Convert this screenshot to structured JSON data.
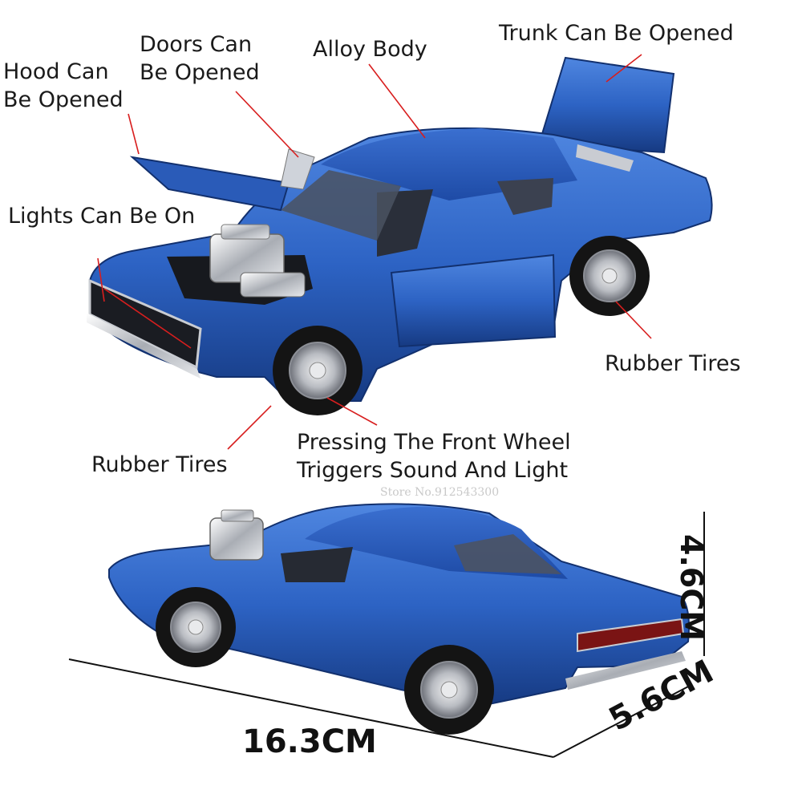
{
  "labels": {
    "hood_line1": "Hood Can",
    "hood_line2": "Be Opened",
    "doors_line1": "Doors Can",
    "doors_line2": "Be Opened",
    "alloy": "Alloy Body",
    "trunk": "Trunk Can Be Opened",
    "lights": "Lights Can Be On",
    "rubber_right": "Rubber Tires",
    "rubber_left": "Rubber Tires",
    "press_line1": "Pressing The Front Wheel",
    "press_line2": "Triggers Sound And Light"
  },
  "watermark": "Store No.912543300",
  "dimensions": {
    "length": "16.3CM",
    "width": "5.6CM",
    "height": "4.6CM"
  },
  "colors": {
    "car_body": "#2d63c4",
    "car_dark": "#163a82",
    "leader_line": "#d81e1e",
    "text": "#1a1a1a"
  }
}
